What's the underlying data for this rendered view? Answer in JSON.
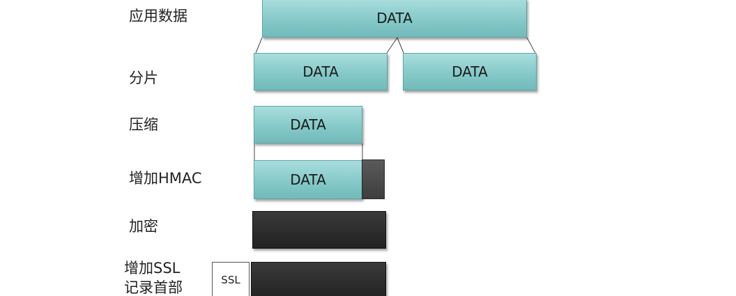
{
  "steps": {
    "app_data": {
      "label": "应用数据",
      "block": "DATA"
    },
    "fragment": {
      "label": "分片",
      "block_left": "DATA",
      "block_right": "DATA"
    },
    "compress": {
      "label": "压缩",
      "block": "DATA"
    },
    "add_hmac": {
      "label": "增加HMAC",
      "block": "DATA"
    },
    "encrypt": {
      "label": "加密"
    },
    "add_ssl_header": {
      "label_line1": "增加SSL",
      "label_line2": "记录首部",
      "header_box": "SSL"
    }
  },
  "colors": {
    "data_block": "#86c9c9",
    "encrypted_block": "#222222",
    "hmac_block": "#4a4a4a"
  }
}
